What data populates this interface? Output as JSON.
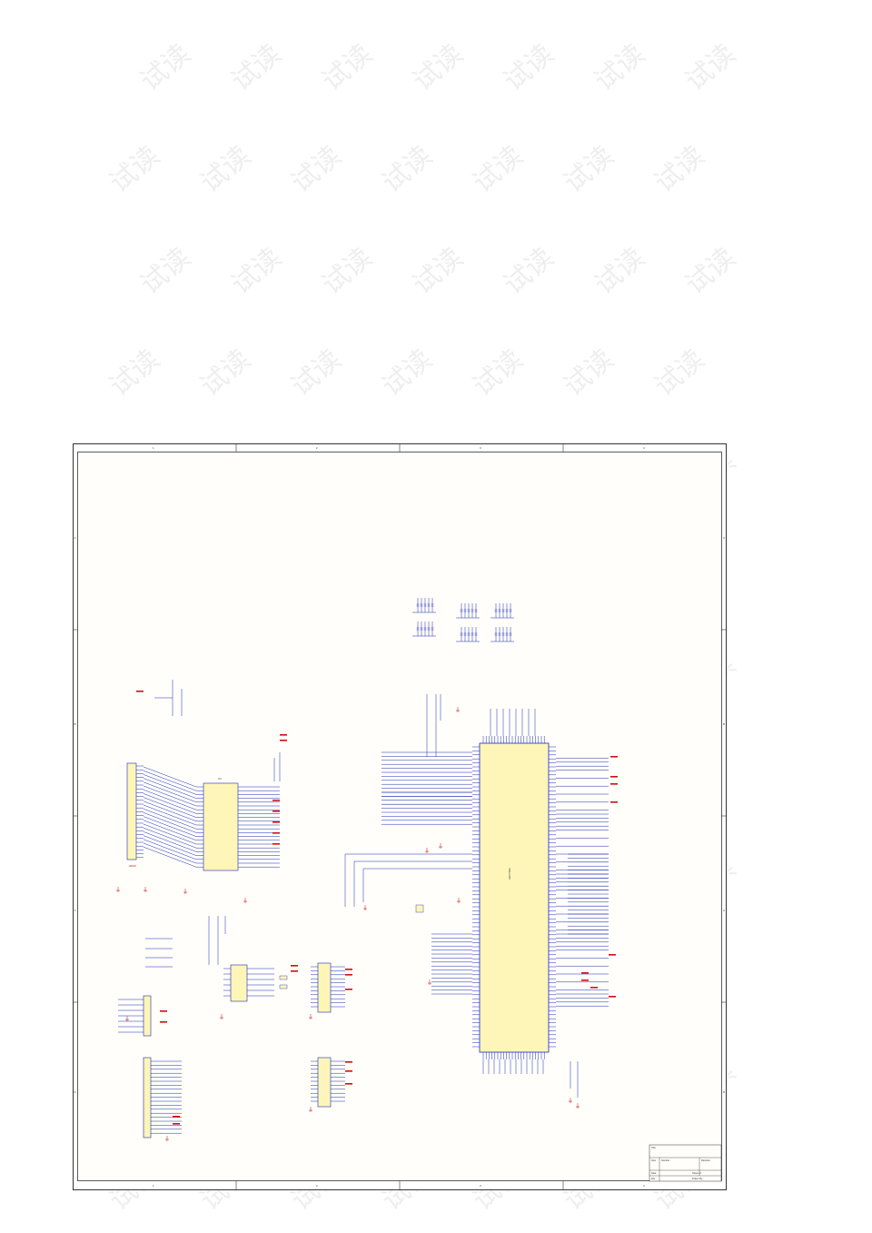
{
  "watermark": {
    "text": "试读"
  },
  "schematic": {
    "border_ticks_top": [
      "1",
      "2",
      "3",
      "4"
    ],
    "border_ticks_side": [
      "A",
      "B",
      "C",
      "D"
    ],
    "main_ic_label": "ADV7842",
    "u_left_label": "U1",
    "left_connector_label": "HDMI",
    "title_block": {
      "title": "Title",
      "size": "Size",
      "number": "Number",
      "revision": "Revision",
      "date": "Date",
      "file": "File",
      "sheet": "Sheet  of",
      "drawn_by": "Drawn By"
    },
    "colors": {
      "chip_fill": "#fdf6b8",
      "wire": "#1a2bb8",
      "net_label": "#cc1010",
      "border": "#333333"
    }
  }
}
